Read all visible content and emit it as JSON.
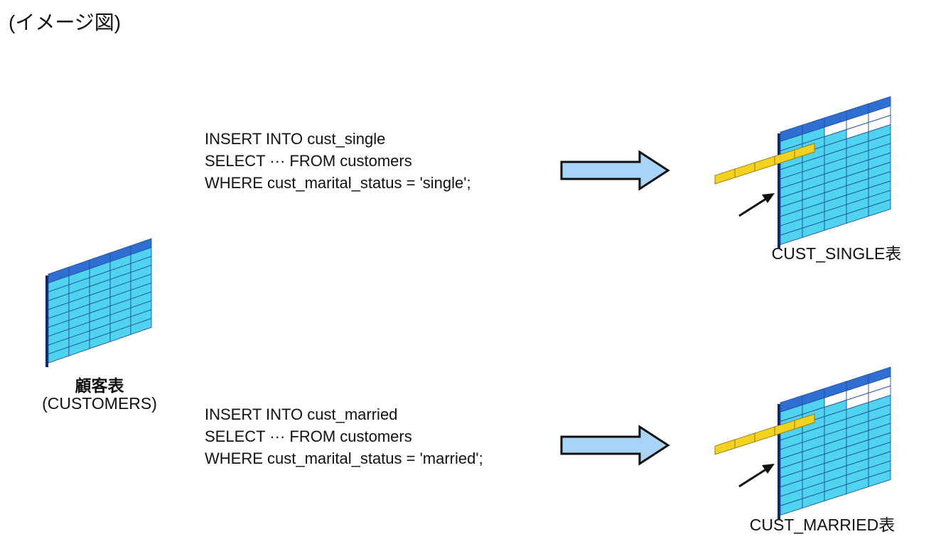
{
  "title": "(イメージ図)",
  "source_table": {
    "name": "顧客表",
    "physical_name": "(CUSTOMERS)"
  },
  "queries": [
    {
      "lines": [
        "INSERT INTO cust_single",
        "SELECT ··· FROM customers",
        "WHERE cust_marital_status = 'single';"
      ],
      "target_label": "CUST_SINGLE表"
    },
    {
      "lines": [
        "INSERT INTO cust_married",
        "SELECT ··· FROM customers",
        "WHERE cust_marital_status = 'married';"
      ],
      "target_label": "CUST_MARRIED表"
    }
  ],
  "colors": {
    "table_header": "#2f6fd1",
    "table_cell": "#4fd3ef",
    "table_border": "#1e4fa0",
    "table_highlight": "#f4d21f",
    "table_empty": "#ffffff",
    "arrow_fill": "#a8d4f7",
    "arrow_stroke": "#111111"
  },
  "icons": {
    "source": "database-table-icon",
    "target": "database-table-insert-icon",
    "flow": "right-arrow-icon"
  }
}
